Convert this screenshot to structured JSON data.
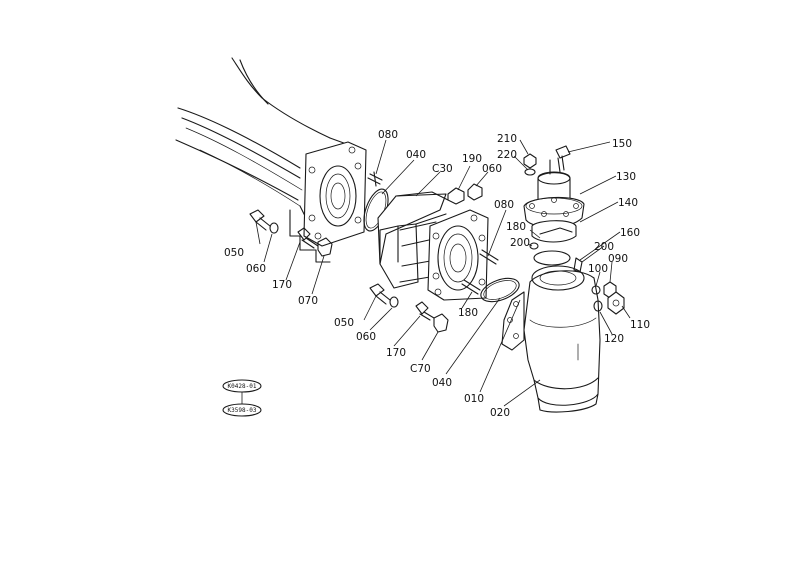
{
  "labels": {
    "l080a": "080",
    "l040a": "040",
    "l030": "C30",
    "l190": "190",
    "l060a": "060",
    "l210": "210",
    "l220": "220",
    "l150": "150",
    "l130": "130",
    "l140": "140",
    "l160": "160",
    "l180a": "180",
    "l200a": "200",
    "l200b": "200",
    "l080b": "080",
    "l050a": "050",
    "l060b": "060",
    "l170a": "170",
    "l070a": "070",
    "l050b": "050",
    "l060c": "060",
    "l180b": "180",
    "l170b": "170",
    "l070b": "C70",
    "l040b": "040",
    "l010": "010",
    "l020": "020",
    "l100": "100",
    "l090": "090",
    "l110": "110",
    "l120": "120"
  },
  "tags": {
    "top": "K0428-01",
    "bottom": "K3598-03"
  }
}
